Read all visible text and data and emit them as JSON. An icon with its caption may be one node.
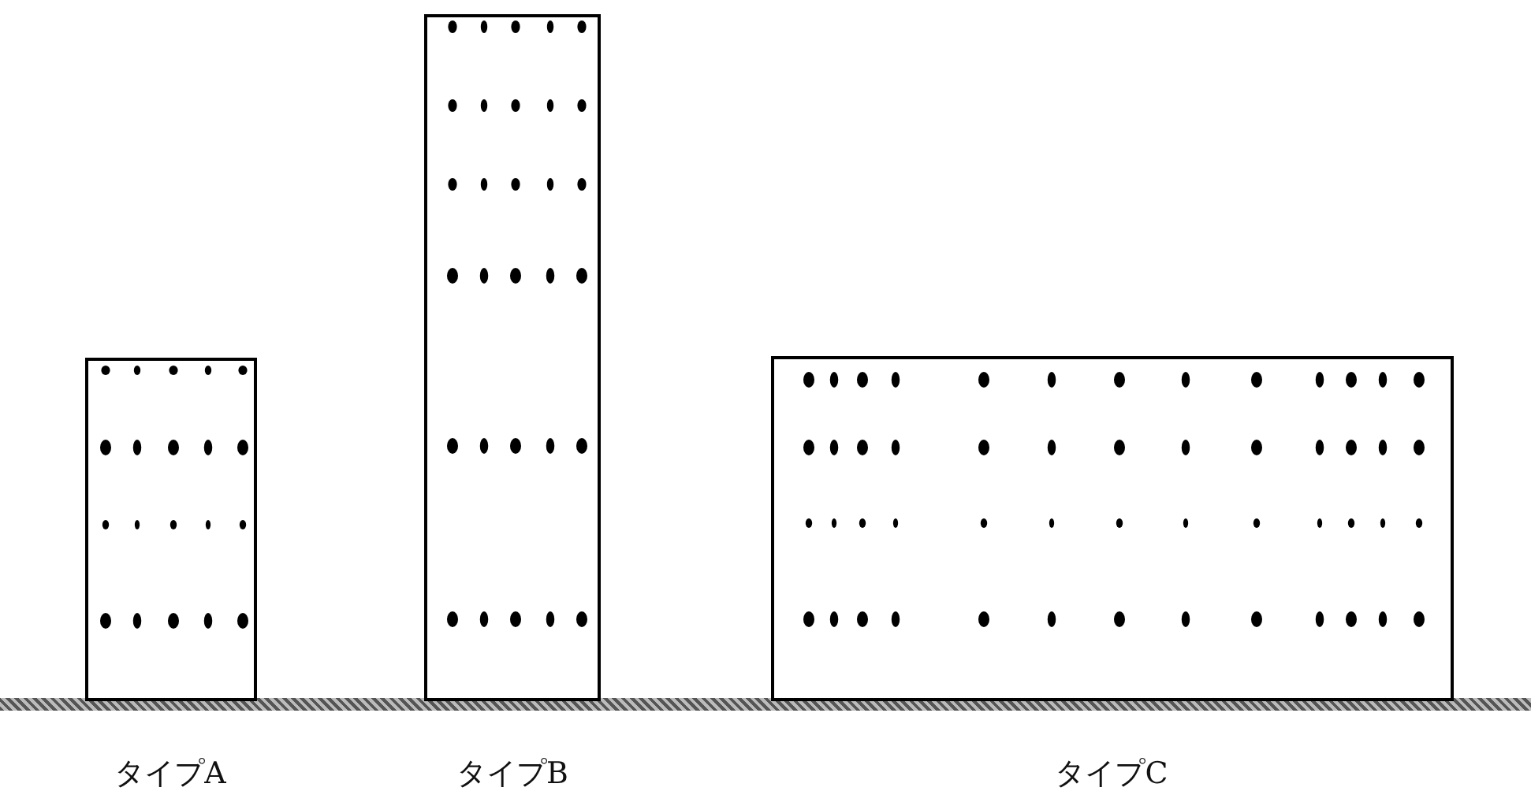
{
  "diagram": {
    "nodes": [
      {
        "text": [
          "タイプA"
        ]
      },
      {
        "text": [
          "タイプB"
        ]
      },
      {
        "text": [
          "タイプC"
        ]
      }
    ]
  }
}
